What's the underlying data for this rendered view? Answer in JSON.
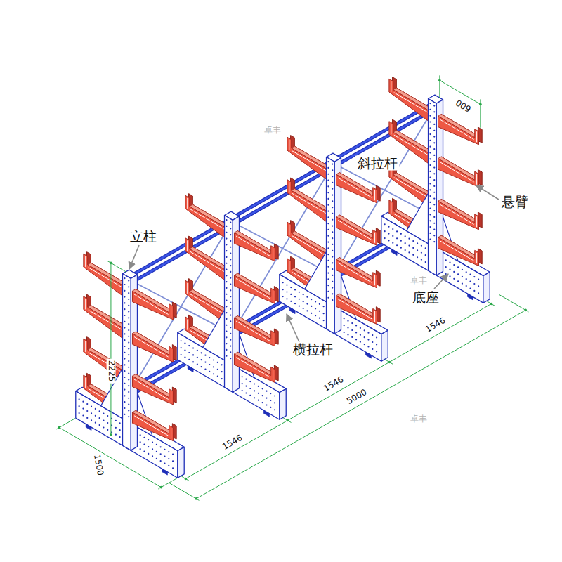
{
  "diagram": {
    "labels": [
      "卓丰",
      "600",
      "斜拉杆",
      "悬臂",
      "立柱",
      "卓丰",
      "底座",
      "横拉杆",
      "2225",
      "1546",
      "1546",
      "5000",
      "1546",
      "1500",
      "卓丰"
    ]
  }
}
